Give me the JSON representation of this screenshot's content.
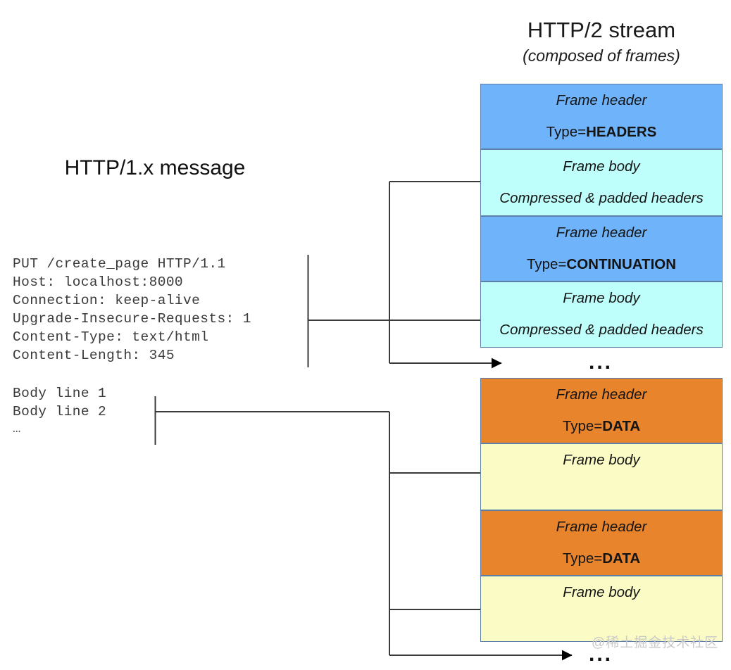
{
  "diagram": {
    "left_panel": {
      "title": "HTTP/1.x message",
      "headers_text": "PUT /create_page HTTP/1.1\nHost: localhost:8000\nConnection: keep-alive\nUpgrade-Insecure-Requests: 1\nContent-Type: text/html\nContent-Length: 345",
      "body_text": "Body line 1\nBody line 2",
      "body_ellipsis": "…"
    },
    "right_panel": {
      "title": "HTTP/2 stream",
      "subtitle": "(composed of frames)",
      "headers_group_ellipsis": "...",
      "data_group_ellipsis": "...",
      "frames": [
        {
          "kind": "header",
          "caption": "Frame header",
          "type_label": "Type=",
          "type_value": "HEADERS",
          "color": "#6fb4fa"
        },
        {
          "kind": "body",
          "caption": "Frame body",
          "note": "Compressed & padded headers",
          "color": "#bffffb"
        },
        {
          "kind": "header",
          "caption": "Frame header",
          "type_label": "Type=",
          "type_value": "CONTINUATION",
          "color": "#6fb4fa"
        },
        {
          "kind": "body",
          "caption": "Frame body",
          "note": "Compressed & padded headers",
          "color": "#bffffb"
        },
        {
          "kind": "header",
          "caption": "Frame header",
          "type_label": "Type=",
          "type_value": "DATA",
          "color": "#e8842c"
        },
        {
          "kind": "body",
          "caption": "Frame body",
          "note": "",
          "color": "#fbfbc6"
        },
        {
          "kind": "header",
          "caption": "Frame header",
          "type_label": "Type=",
          "type_value": "DATA",
          "color": "#e8842c"
        },
        {
          "kind": "body",
          "caption": "Frame body",
          "note": "",
          "color": "#fbfbc6"
        }
      ]
    },
    "watermark": "@稀土掘金技术社区"
  }
}
